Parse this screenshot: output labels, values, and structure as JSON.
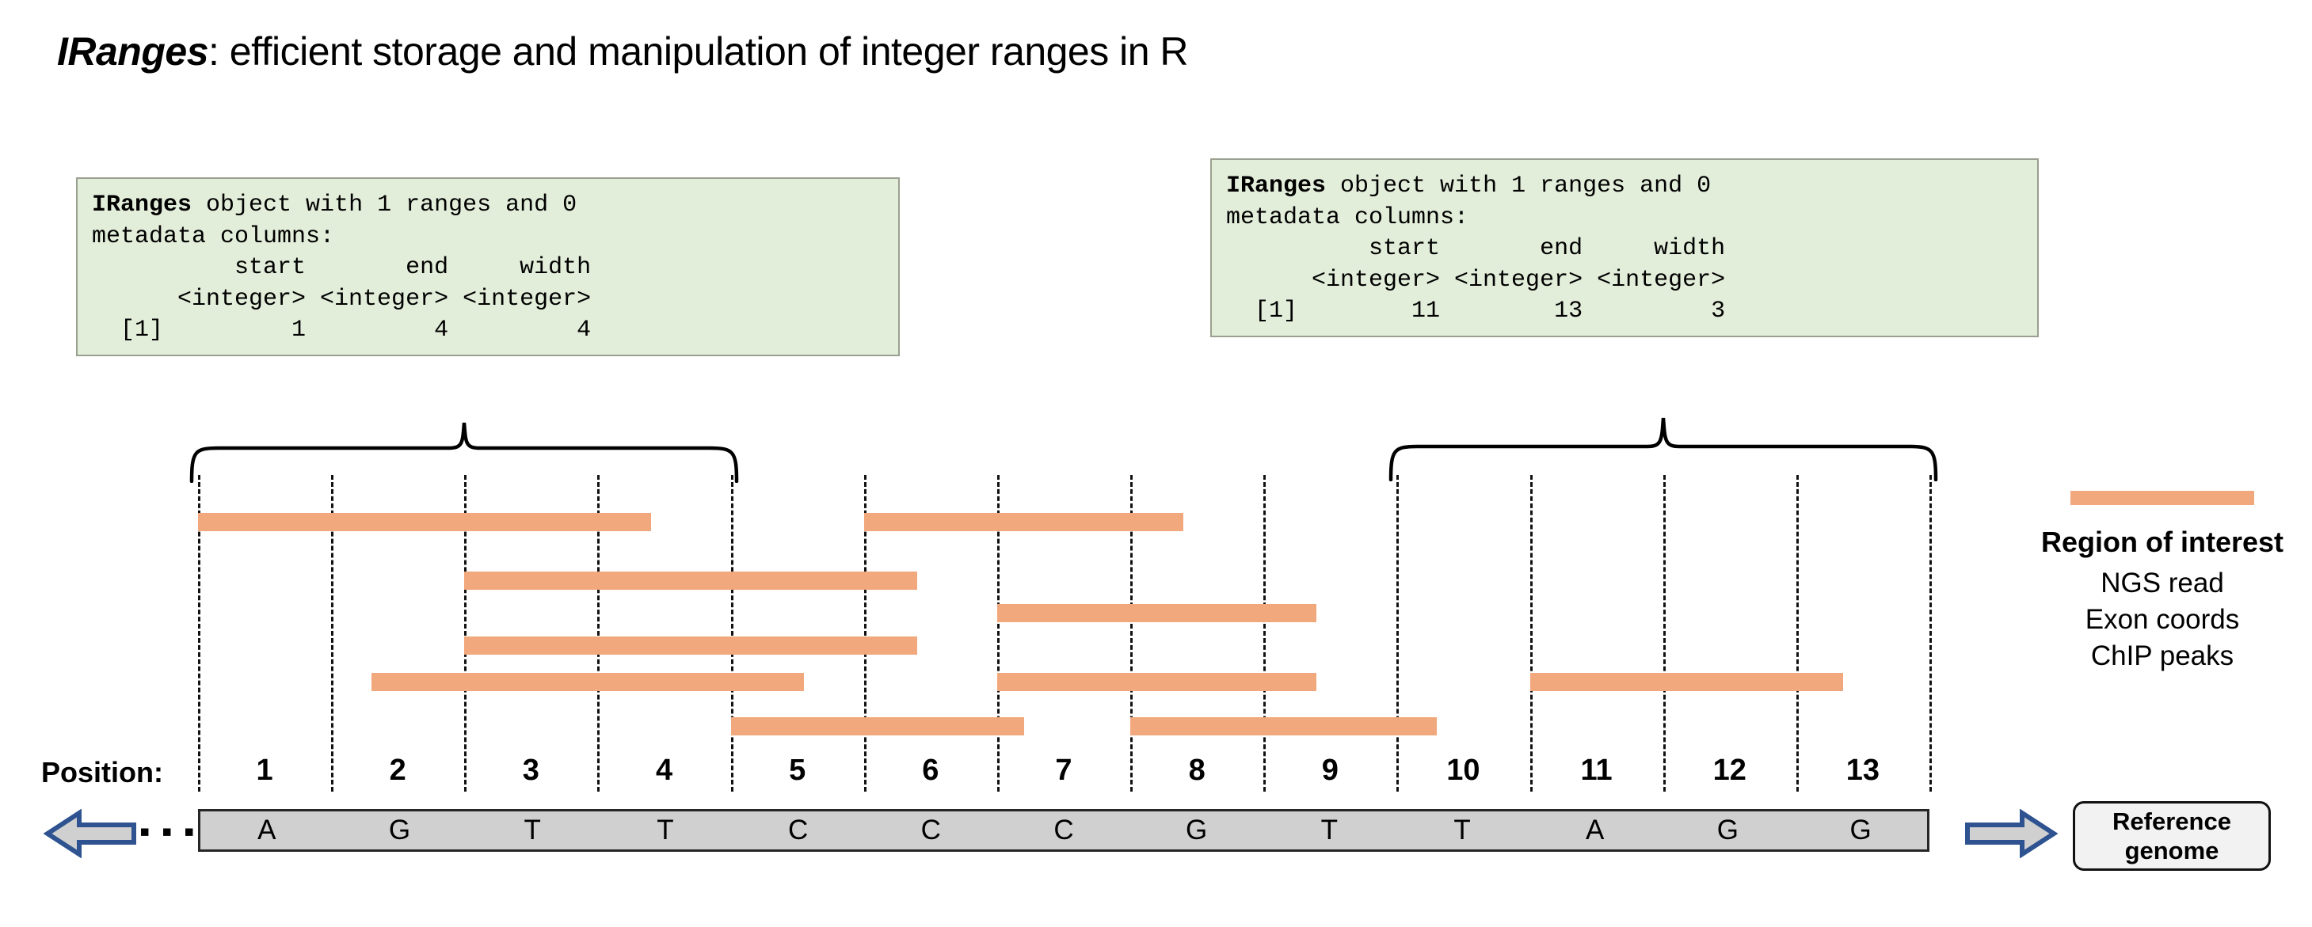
{
  "title": {
    "emphasis": "IRanges",
    "rest": ": efficient storage and manipulation of integer ranges in R"
  },
  "code_left": {
    "line1_kw": "IRanges",
    "line1_rest": " object with 1 ranges and 0",
    "line2": "metadata columns:",
    "line3": "          start       end     width",
    "line4": "      <integer> <integer> <integer>",
    "line5": "  [1]         1         4         4"
  },
  "code_right": {
    "line1_kw": "IRanges",
    "line1_rest": " object with 1 ranges and 0",
    "line2": "metadata columns:",
    "line3": "          start       end     width",
    "line4": "      <integer> <integer> <integer>",
    "line5": "  [1]        11        13         3"
  },
  "position_label": "Position:",
  "positions": [
    "1",
    "2",
    "3",
    "4",
    "5",
    "6",
    "7",
    "8",
    "9",
    "10",
    "11",
    "12",
    "13"
  ],
  "sequence": [
    "A",
    "G",
    "T",
    "T",
    "C",
    "C",
    "C",
    "G",
    "T",
    "T",
    "A",
    "G",
    "G"
  ],
  "ellipsis": "▪ ▪ ▪",
  "reference_box": {
    "line1": "Reference",
    "line2": "genome"
  },
  "legend": {
    "swatch_color": "#F1A87D",
    "title": "Region of interest",
    "items": [
      "NGS read",
      "Exon coords",
      "ChIP peaks"
    ]
  },
  "colors": {
    "range_bar": "#F1A87D",
    "code_box_bg": "#E3EEDA",
    "code_box_border": "#9AA08F",
    "sequence_bg": "#D0D0D0",
    "arrow_fill": "#D0D0D0",
    "arrow_stroke": "#2E5390",
    "refbox_bg": "#F2F2F2"
  },
  "chart_data": {
    "type": "bar",
    "title": "IRanges: efficient storage and manipulation of integer ranges in R",
    "xlabel": "Position",
    "ylabel": "",
    "xlim": [
      1,
      14
    ],
    "grid": true,
    "categories": [
      "1",
      "2",
      "3",
      "4",
      "5",
      "6",
      "7",
      "8",
      "9",
      "10",
      "11",
      "12",
      "13"
    ],
    "ranges": [
      {
        "row": 0,
        "start": 1,
        "end": 4.4,
        "label": "Region of interest"
      },
      {
        "row": 0,
        "start": 6.0,
        "end": 8.4,
        "label": "NGS read"
      },
      {
        "row": 1,
        "start": 3.0,
        "end": 6.4,
        "label": "NGS read"
      },
      {
        "row": 2,
        "start": 7.0,
        "end": 9.4,
        "label": "NGS read"
      },
      {
        "row": 3,
        "start": 3.0,
        "end": 6.4,
        "label": "Exon coords"
      },
      {
        "row": 4,
        "start": 2.3,
        "end": 5.55,
        "label": "Exon coords"
      },
      {
        "row": 4,
        "start": 7.0,
        "end": 9.4,
        "label": "Exon coords"
      },
      {
        "row": 4,
        "start": 11.0,
        "end": 13.35,
        "label": "ChIP peaks"
      },
      {
        "row": 5,
        "start": 5.0,
        "end": 7.2,
        "label": "ChIP peaks"
      },
      {
        "row": 5,
        "start": 8.0,
        "end": 10.3,
        "label": "ChIP peaks"
      }
    ],
    "annotations": [
      {
        "type": "brace",
        "start": 1,
        "end": 4,
        "links_to": "code_left"
      },
      {
        "type": "brace",
        "start": 10,
        "end": 13,
        "links_to": "code_right"
      }
    ]
  }
}
